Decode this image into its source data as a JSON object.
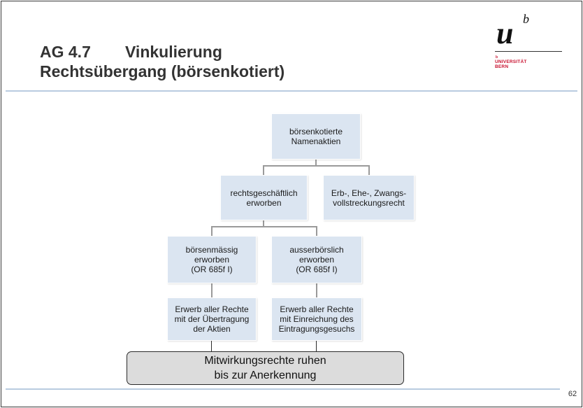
{
  "slide": {
    "title_number": "AG 4.7",
    "title_topic": "Vinkulierung",
    "title_line2": "Rechtsübergang (börsenkotiert)",
    "page_number": "62"
  },
  "logo": {
    "mark_u": "u",
    "mark_b": "b",
    "small_b": "b",
    "university": "UNIVERSITÄT",
    "city": "BERN"
  },
  "diagram": {
    "root": "börsenkotierte\nNamenaktien",
    "level1": [
      "rechtsgeschäftlich\nerworben",
      "Erb-, Ehe-, Zwangs-\nvollstreckungsrecht"
    ],
    "level2": [
      "börsenmässig\nerworben\n(OR 685f I)",
      "ausserbörslich\nerworben\n(OR 685f I)"
    ],
    "level3": [
      "Erwerb aller Rechte\nmit der Übertragung\nder Aktien",
      "Erwerb aller Rechte\nmit Einreichung des\nEintragungsgesuchs"
    ],
    "result": "Mitwirkungsrechte  ruhen\nbis zur Anerkennung"
  },
  "colors": {
    "node_fill": "#dbe5f1",
    "result_fill": "#dcdcdc",
    "rule": "#b9cbe0",
    "logo_accent": "#c8102e"
  }
}
